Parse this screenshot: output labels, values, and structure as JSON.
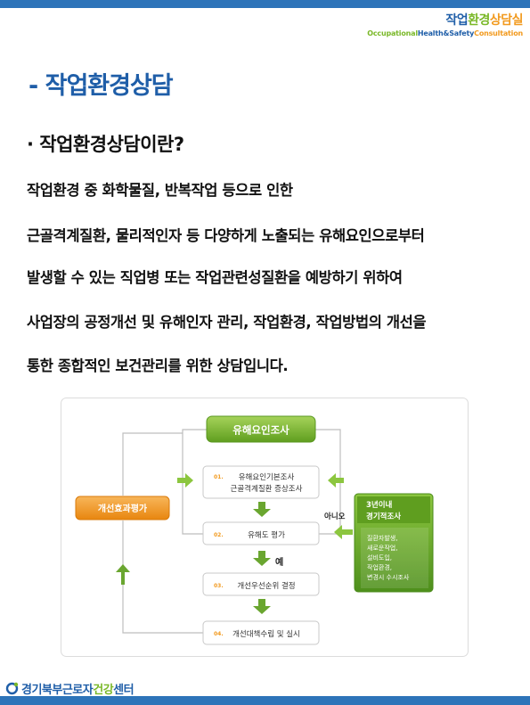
{
  "header": {
    "brand_title_parts": [
      "작업",
      "환경",
      "상담실"
    ],
    "brand_sub_parts": [
      "Occupational",
      "Health&Safety",
      "Consultation"
    ]
  },
  "page": {
    "title": "- 작업환경상담",
    "subheading": "· 작업환경상담이란?",
    "paragraph_lines": [
      "작업환경 중 화학물질, 반복작업 등으로 인한",
      "근골격계질환, 물리적인자 등 다양하게 노출되는 유해요인으로부터",
      "발생할 수 있는 직업병 또는 작업관련성질환을 예방하기 위하여",
      "사업장의 공정개선 및 유해인자 관리, 작업환경, 작업방법의 개선을",
      "통한 종합적인 보건관리를 위한 상담입니다."
    ]
  },
  "diagram": {
    "top_box": "유해요인조사",
    "steps": [
      {
        "num": "01.",
        "lines": [
          "유해요인기본조사",
          "근골격계질환 증상조사"
        ]
      },
      {
        "num": "02.",
        "lines": [
          "유해도 평가"
        ]
      },
      {
        "num": "03.",
        "lines": [
          "개선우선순위 결정"
        ]
      },
      {
        "num": "04.",
        "lines": [
          "개선대책수립 및 실시"
        ]
      }
    ],
    "left_box": "개선효과평가",
    "right_box": {
      "title_lines": [
        "3년이내",
        "경기적조사"
      ],
      "items": [
        "질환자발생,",
        "새로운작업,",
        "설비도입,",
        "작업환경,",
        "변경시 수시조사"
      ]
    },
    "label_no": "아니오",
    "label_yes": "예",
    "colors": {
      "green": "#7ab828",
      "orange": "#f29a1e",
      "arrow": "#6aa630"
    }
  },
  "footer": {
    "org_parts": [
      "경기북부근로자",
      "건강",
      "센터"
    ]
  }
}
